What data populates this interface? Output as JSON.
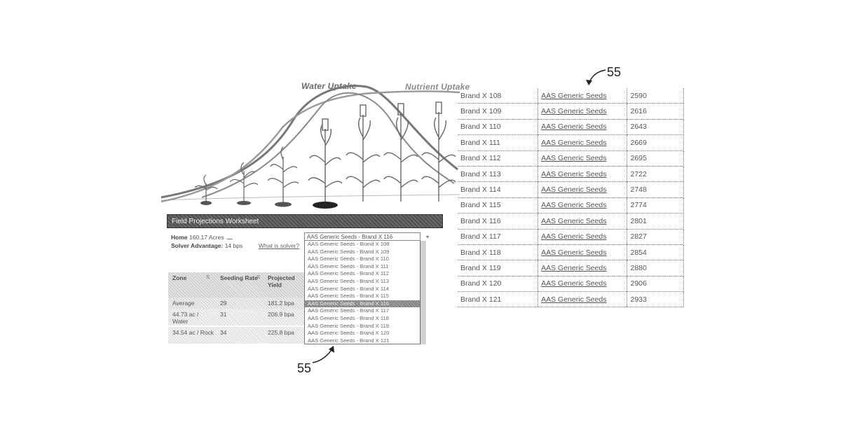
{
  "reference_numerals": {
    "top": "55",
    "bottom": "55"
  },
  "illustration": {
    "water_label": "Water Uptake",
    "nutrient_label": "Nutrient Uptake"
  },
  "seed_table": {
    "rows": [
      {
        "brand": "Brand X 108",
        "company": "AAS Generic Seeds",
        "value": "2590"
      },
      {
        "brand": "Brand X 109",
        "company": "AAS Generic Seeds",
        "value": "2616"
      },
      {
        "brand": "Brand X 110",
        "company": "AAS Generic Seeds",
        "value": "2643"
      },
      {
        "brand": "Brand X 111",
        "company": "AAS Generic Seeds",
        "value": "2669"
      },
      {
        "brand": "Brand X 112",
        "company": "AAS Generic Seeds",
        "value": "2695"
      },
      {
        "brand": "Brand X 113",
        "company": "AAS Generic Seeds",
        "value": "2722"
      },
      {
        "brand": "Brand X 114",
        "company": "AAS Generic Seeds",
        "value": "2748"
      },
      {
        "brand": "Brand X 115",
        "company": "AAS Generic Seeds",
        "value": "2774"
      },
      {
        "brand": "Brand X 116",
        "company": "AAS Generic Seeds",
        "value": "2801"
      },
      {
        "brand": "Brand X 117",
        "company": "AAS Generic Seeds",
        "value": "2827"
      },
      {
        "brand": "Brand X 118",
        "company": "AAS Generic Seeds",
        "value": "2854"
      },
      {
        "brand": "Brand X 119",
        "company": "AAS Generic Seeds",
        "value": "2880"
      },
      {
        "brand": "Brand X 120",
        "company": "AAS Generic Seeds",
        "value": "2906"
      },
      {
        "brand": "Brand X 121",
        "company": "AAS Generic Seeds",
        "value": "2933"
      }
    ]
  },
  "worksheet": {
    "title": "Field Projections Worksheet",
    "home_label": "Home",
    "home_value": "160.17 Acres",
    "solver_label": "Solver Advantage:",
    "solver_value": "14 bps",
    "what_is_solver": "What is solver?",
    "grid": {
      "headers": [
        "Zone",
        "Seeding Rate",
        "Projected Yield"
      ],
      "rows": [
        {
          "zone": "Average",
          "rate": "29",
          "yield": "181.2 bpa"
        },
        {
          "zone": "44.73 ac / Water",
          "rate": "31",
          "yield": "206.9 bpa"
        },
        {
          "zone": "34.54 ac / Rock",
          "rate": "34",
          "yield": "225.8 bpa"
        }
      ]
    },
    "dropdown": {
      "selected": "AAS Generic Seeds - Brand X 116",
      "options": [
        "AAS Generic Seeds - Brand X 108",
        "AAS Generic Seeds - Brand X 109",
        "AAS Generic Seeds - Brand X 110",
        "AAS Generic Seeds - Brand X 111",
        "AAS Generic Seeds - Brand X 112",
        "AAS Generic Seeds - Brand X 113",
        "AAS Generic Seeds - Brand X 114",
        "AAS Generic Seeds - Brand X 115",
        "AAS Generic Seeds - Brand X 116",
        "AAS Generic Seeds - Brand X 117",
        "AAS Generic Seeds - Brand X 118",
        "AAS Generic Seeds - Brand X 119",
        "AAS Generic Seeds - Brand X 120",
        "AAS Generic Seeds - Brand X 121"
      ],
      "highlighted_index": 8
    }
  }
}
